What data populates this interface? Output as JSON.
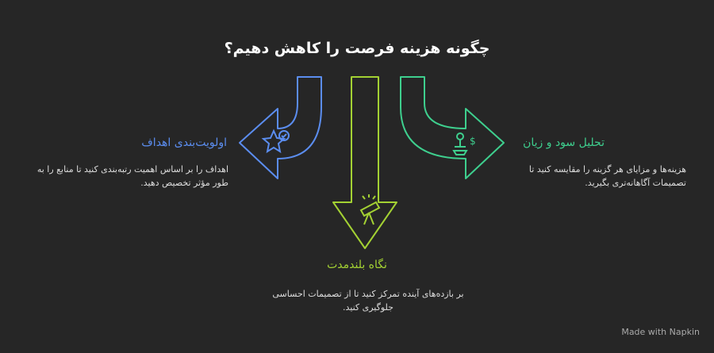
{
  "title": "چگونه هزینه فرصت را کاهش دهیم؟",
  "branches": [
    {
      "heading": "اولویت‌بندی اهداف",
      "body": "اهداف را بر اساس اهمیت رتبه‌بندی کنید تا منابع را به طور مؤثر تخصیص دهید.",
      "color": "#5b8def",
      "icon": "star-check-icon"
    },
    {
      "heading": "نگاه بلندمدت",
      "body": "بر بازده‌های آینده تمرکز کنید تا از تصمیمات احساسی جلوگیری کنید.",
      "color": "#a3d133",
      "icon": "telescope-icon"
    },
    {
      "heading": "تحلیل سود و زیان",
      "body": "هزینه‌ها و مزایای هر گزینه را مقایسه کنید تا تصمیمات آگاهانه‌تری بگیرید.",
      "color": "#3ecf8e",
      "icon": "scale-money-icon"
    }
  ],
  "footer": "Made with  Napkin"
}
